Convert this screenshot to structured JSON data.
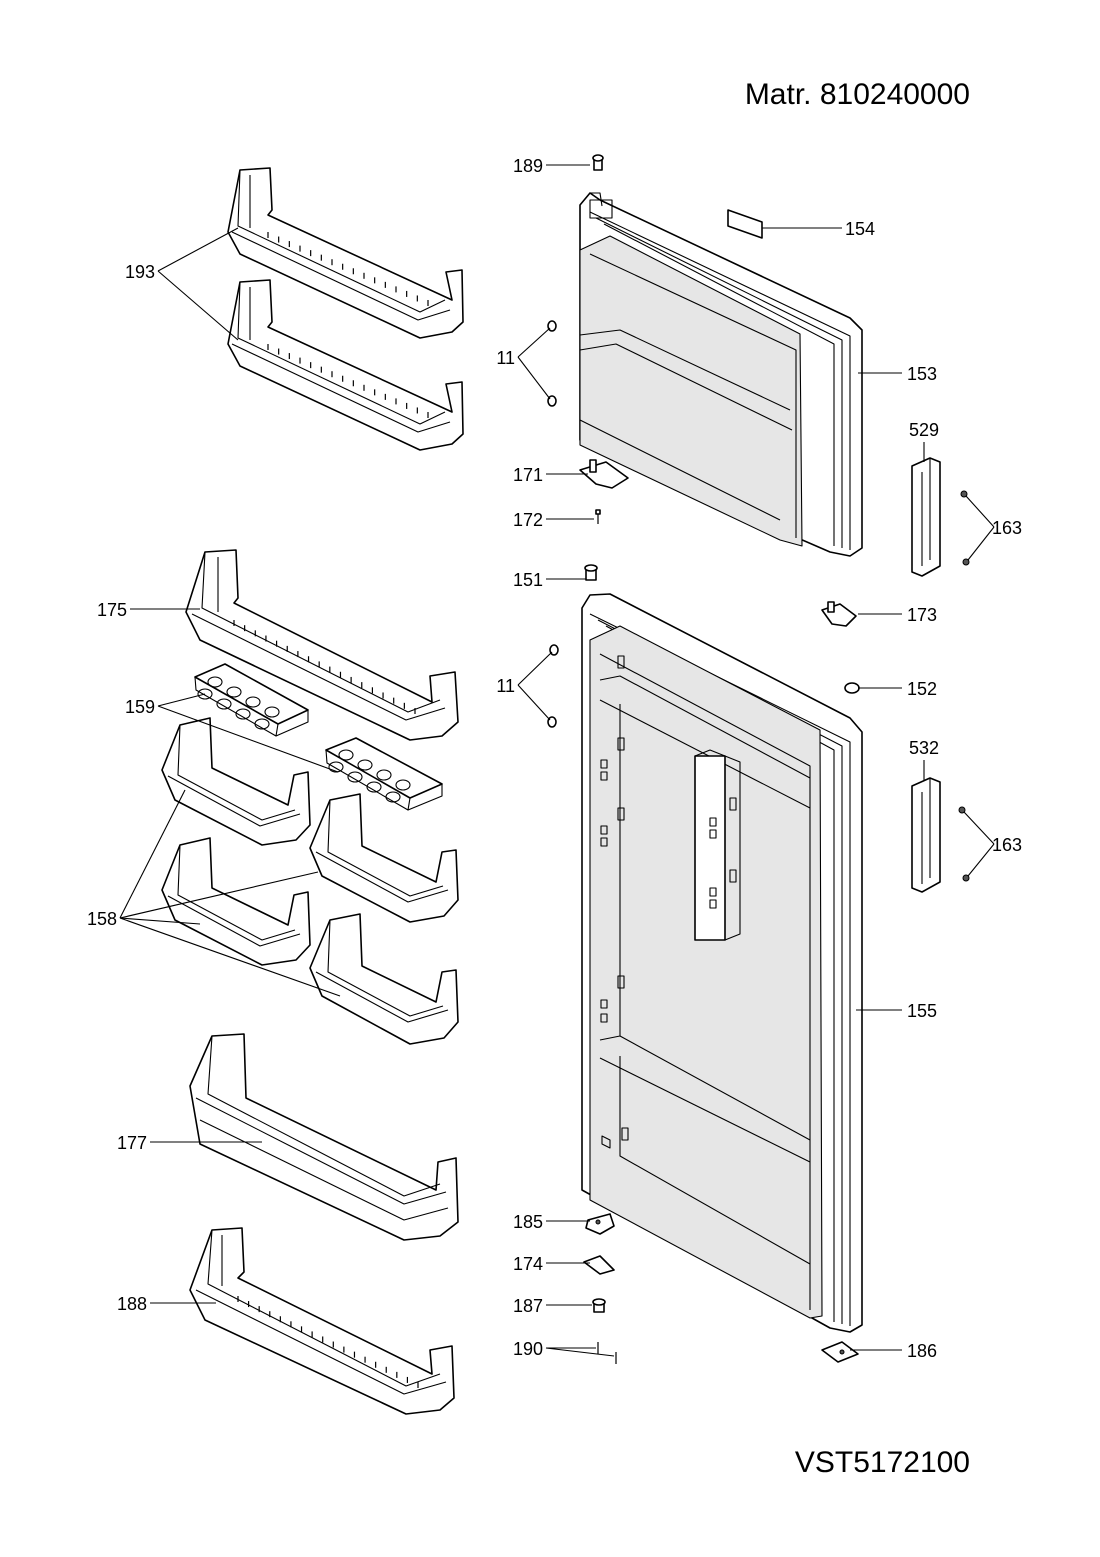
{
  "header": {
    "material": "Matr. 810240000"
  },
  "footer": {
    "code": "VST5172100"
  },
  "labels": {
    "p189": "189",
    "p154": "154",
    "p193": "193",
    "p11a": "11",
    "p153": "153",
    "p171": "171",
    "p529": "529",
    "p172": "172",
    "p163a": "163",
    "p151": "151",
    "p175": "175",
    "p173": "173",
    "p11b": "11",
    "p152": "152",
    "p159": "159",
    "p532": "532",
    "p163b": "163",
    "p158": "158",
    "p155": "155",
    "p177": "177",
    "p185": "185",
    "p174": "174",
    "p188": "188",
    "p187": "187",
    "p190": "190",
    "p186": "186"
  }
}
